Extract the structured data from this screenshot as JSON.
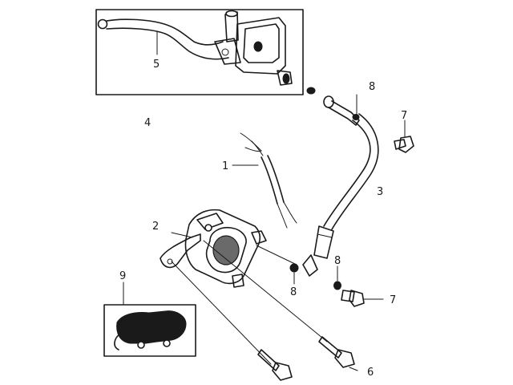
{
  "callouts": {
    "c1": "1",
    "c2": "2",
    "c3": "3",
    "c4": "4",
    "c5": "5",
    "c6": "6",
    "c7_top": "7",
    "c7_bottom": "7",
    "c8_top": "8",
    "c8_mid": "8",
    "c8_left": "8",
    "c9": "9"
  },
  "parts": [
    {
      "id": "1",
      "name": "brake-switch-wire"
    },
    {
      "id": "2",
      "name": "front-brake-caliper"
    },
    {
      "id": "3",
      "name": "brake-hose"
    },
    {
      "id": "4",
      "name": "master-cylinder-assembly"
    },
    {
      "id": "5",
      "name": "brake-lever"
    },
    {
      "id": "6",
      "name": "caliper-mounting-bolt"
    },
    {
      "id": "7",
      "name": "banjo-bolt"
    },
    {
      "id": "8",
      "name": "sealing-washer"
    },
    {
      "id": "9",
      "name": "brake-pad"
    }
  ]
}
